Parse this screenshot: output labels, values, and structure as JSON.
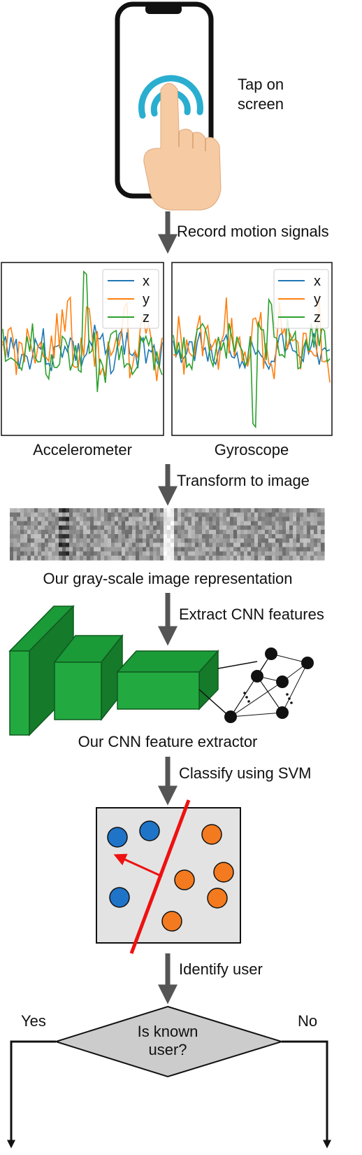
{
  "phone_caption": {
    "line1": "Tap on",
    "line2": "screen"
  },
  "steps": {
    "record": "Record motion signals",
    "transform": "Transform to image",
    "extract": "Extract CNN features",
    "classify": "Classify using SVM",
    "identify": "Identify user"
  },
  "plots": {
    "legend": [
      "x",
      "y",
      "z"
    ],
    "accelerometer_label": "Accelerometer",
    "gyroscope_label": "Gyroscope",
    "colors": {
      "x": "#1f77b4",
      "y": "#ff7f0e",
      "z": "#2ca02c"
    }
  },
  "image_caption": "Our gray-scale image representation",
  "cnn_caption": "Our CNN feature extractor",
  "decision": {
    "line1": "Is known",
    "line2": "user?",
    "yes": "Yes",
    "no": "No"
  },
  "colors": {
    "arrow": "#555555",
    "cnn_green": "#22aa40",
    "cnn_dark": "#157a2a",
    "svm_blue": "#1f74c8",
    "svm_orange": "#f37a1f",
    "svm_line": "#ee1111",
    "svm_bg": "#e3e3e3",
    "diamond": "#cccccc"
  }
}
